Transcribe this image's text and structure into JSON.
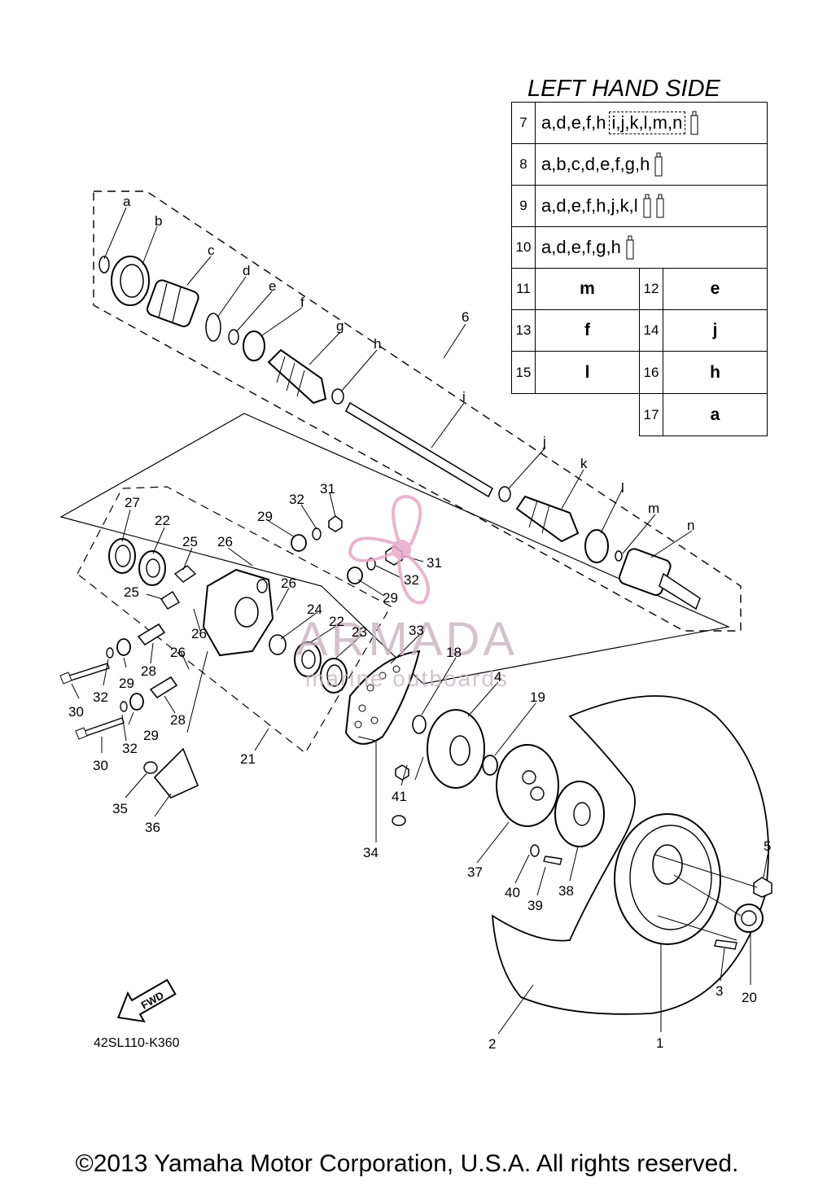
{
  "table": {
    "title": "LEFT HAND SIDE",
    "kit_rows": [
      {
        "num": "7",
        "parts": "a,d,e,f,h",
        "extra": "i,j,k,l,m,n",
        "grease_tubes": 1
      },
      {
        "num": "8",
        "parts": "a,b,c,d,e,f,g,h",
        "grease_tubes": 1
      },
      {
        "num": "9",
        "parts": "a,d,e,f,h,j,k,l",
        "grease_tubes": 2
      },
      {
        "num": "10",
        "parts": "a,d,e,f,g,h",
        "grease_tubes": 1
      }
    ],
    "pair_rows": [
      [
        {
          "num": "11",
          "val": "m"
        },
        {
          "num": "12",
          "val": "e"
        }
      ],
      [
        {
          "num": "13",
          "val": "f"
        },
        {
          "num": "14",
          "val": "j"
        }
      ],
      [
        {
          "num": "15",
          "val": "l"
        },
        {
          "num": "16",
          "val": "h"
        }
      ],
      [
        {
          "num": "17",
          "val": "a"
        }
      ]
    ]
  },
  "part_letters": [
    "a",
    "b",
    "c",
    "d",
    "e",
    "f",
    "g",
    "h",
    "i",
    "j",
    "k",
    "l",
    "m",
    "n"
  ],
  "callouts": [
    "1",
    "2",
    "3",
    "4",
    "5",
    "6",
    "18",
    "19",
    "20",
    "21",
    "22",
    "22",
    "23",
    "24",
    "25",
    "25",
    "26",
    "26",
    "26",
    "26",
    "27",
    "28",
    "28",
    "29",
    "29",
    "29",
    "29",
    "30",
    "30",
    "31",
    "31",
    "32",
    "32",
    "32",
    "32",
    "33",
    "34",
    "35",
    "36",
    "37",
    "38",
    "39",
    "40",
    "41"
  ],
  "watermark": {
    "brand": "ARMADA",
    "tagline": "marine outboards",
    "color": "#e7a9c8"
  },
  "fwd_label": "FWD",
  "diagram_code": "42SL110-K360",
  "copyright": "©2013 Yamaha Motor Corporation, U.S.A. All rights reserved."
}
